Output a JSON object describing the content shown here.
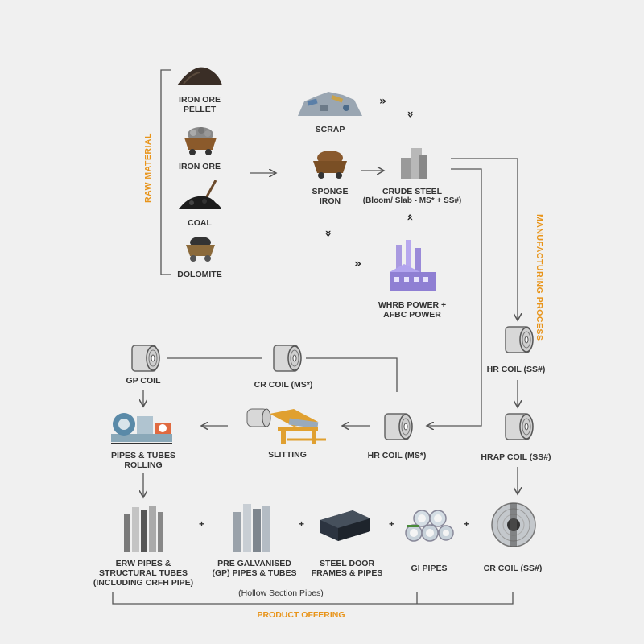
{
  "raw_material": {
    "title": "RAW MATERIAL",
    "items": [
      {
        "label_1": "IRON ORE",
        "label_2": "PELLET",
        "icon": "pellet-pile-icon"
      },
      {
        "label_1": "IRON ORE",
        "icon": "ore-cart-icon"
      },
      {
        "label_1": "COAL",
        "icon": "coal-pile-icon"
      },
      {
        "label_1": "DOLOMITE",
        "icon": "dolomite-cart-icon"
      }
    ]
  },
  "manufacturing": {
    "title": "MANUFACTURING PROCESS",
    "scrap": "SCRAP",
    "sponge_1": "SPONGE",
    "sponge_2": "IRON",
    "crude_1": "CRUDE STEEL",
    "crude_2": "(Bloom/ Slab - MS* + SS#)",
    "power_1": "WHRB POWER +",
    "power_2": "AFBC POWER"
  },
  "coils": {
    "hr_ss": "HR COIL (SS#)",
    "hrap_ss": "HRAP COIL (SS#)",
    "hr_ms": "HR COIL (MS*)",
    "cr_ms": "CR COIL (MS*)",
    "gp": "GP COIL",
    "slitting": "SLITTING",
    "rolling_1": "PIPES & TUBES",
    "rolling_2": "ROLLING"
  },
  "products": {
    "title": "PRODUCT OFFERING",
    "hollow": "(Hollow Section Pipes)",
    "erw_1": "ERW PIPES &",
    "erw_2": "STRUCTURAL TUBES",
    "erw_3": "(INCLUDING CRFH PIPE)",
    "pregalv_1": "PRE GALVANISED",
    "pregalv_2": "(GP) PIPES & TUBES",
    "door_1": "STEEL DOOR",
    "door_2": "FRAMES & PIPES",
    "gi": "GI PIPES",
    "cr_ss": "CR COIL (SS#)",
    "plus": "+"
  }
}
